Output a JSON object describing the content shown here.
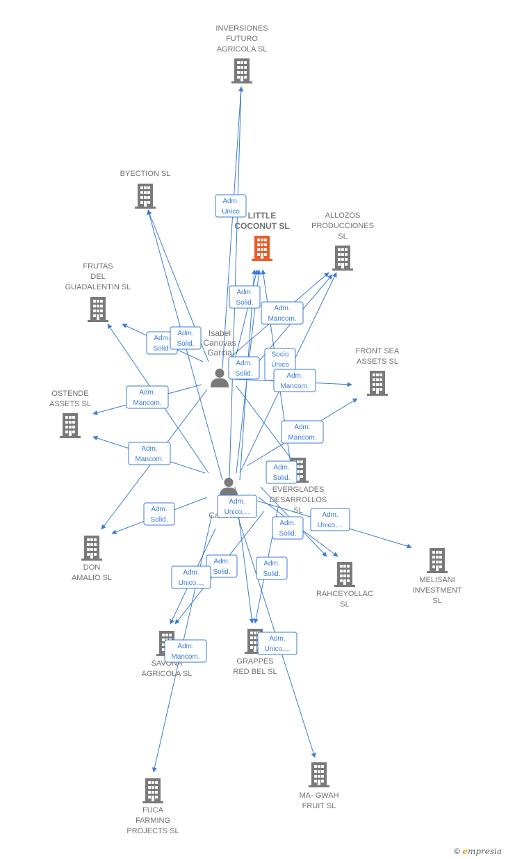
{
  "colors": {
    "edge": "#3a7bd5",
    "company": "#7a7a7a",
    "central": "#f05a28",
    "person": "#7a7a7a"
  },
  "companies": [
    {
      "id": "inversiones",
      "lines": [
        "INVERSIONES",
        "FUTURO",
        "AGRICOLA  SL"
      ]
    },
    {
      "id": "byection",
      "lines": [
        "BYECTION  SL"
      ]
    },
    {
      "id": "little",
      "lines": [
        "LITTLE",
        "COCONUT  SL"
      ],
      "central": true
    },
    {
      "id": "allozos",
      "lines": [
        "ALLOZOS",
        "PRODUCCIONES",
        "SL"
      ]
    },
    {
      "id": "frutas",
      "lines": [
        "FRUTAS",
        "DEL",
        "GUADALENTIN SL"
      ]
    },
    {
      "id": "frontsea",
      "lines": [
        "FRONT SEA",
        "ASSETS  SL"
      ]
    },
    {
      "id": "ostende",
      "lines": [
        "OSTENDE",
        "ASSETS  SL"
      ]
    },
    {
      "id": "everglades",
      "lines": [
        "EVERGLADES",
        "DESARROLLOS",
        "SL"
      ]
    },
    {
      "id": "donamalio",
      "lines": [
        "DON",
        "AMALIO SL"
      ]
    },
    {
      "id": "melisani",
      "lines": [
        "MELISANI",
        "INVESTMENT",
        "SL"
      ]
    },
    {
      "id": "rahceyollac",
      "lines": [
        "RAHCEYOLLAC",
        "SL"
      ]
    },
    {
      "id": "savona",
      "lines": [
        "SAVONA",
        "AGRICOLA  SL"
      ]
    },
    {
      "id": "grappes",
      "lines": [
        "GRAPPES",
        "RED BEL  SL"
      ]
    },
    {
      "id": "magwah",
      "lines": [
        "MA- GWAH",
        "FRUIT  SL"
      ]
    },
    {
      "id": "fuca",
      "lines": [
        "FUCA",
        "FARMING",
        "PROJECTS  SL"
      ]
    }
  ],
  "persons": [
    {
      "id": "isabel",
      "lines": [
        "Isabel",
        "Canovas",
        "Garcia"
      ]
    },
    {
      "id": "p2",
      "lines": [
        "A...",
        "Canovas..."
      ]
    }
  ],
  "edge_labels": [
    {
      "id": "l1",
      "lines": [
        "Adm.",
        "Unico"
      ]
    },
    {
      "id": "l2",
      "lines": [
        "Adm.",
        "Solid."
      ]
    },
    {
      "id": "l3",
      "lines": [
        "Adm.",
        "Mancom."
      ]
    },
    {
      "id": "l4",
      "lines": [
        "Adm.",
        "Solid."
      ]
    },
    {
      "id": "l5",
      "lines": [
        "Adm.",
        "Solid."
      ]
    },
    {
      "id": "l6",
      "lines": [
        "Socio",
        "Único",
        "M..."
      ]
    },
    {
      "id": "l7",
      "lines": [
        "Adm.",
        "Solid."
      ]
    },
    {
      "id": "l8",
      "lines": [
        "Adm.",
        "Mancom."
      ]
    },
    {
      "id": "l9",
      "lines": [
        "Adm.",
        "Mancom."
      ]
    },
    {
      "id": "l10",
      "lines": [
        "Adm.",
        "Mancom."
      ]
    },
    {
      "id": "l11",
      "lines": [
        "Adm.",
        "Mancom."
      ]
    },
    {
      "id": "l12",
      "lines": [
        "Adm.",
        "Solid."
      ]
    },
    {
      "id": "l13",
      "lines": [
        "Adm.",
        "Solid."
      ]
    },
    {
      "id": "l14",
      "lines": [
        "Adm.",
        "Unico,..."
      ]
    },
    {
      "id": "l15",
      "lines": [
        "Adm.",
        "Solid."
      ]
    },
    {
      "id": "l16",
      "lines": [
        "Adm.",
        "Unico,..."
      ]
    },
    {
      "id": "l17",
      "lines": [
        "Adm.",
        "Solid."
      ]
    },
    {
      "id": "l18",
      "lines": [
        "Adm.",
        "Unico,..."
      ]
    },
    {
      "id": "l19",
      "lines": [
        "Adm.",
        "Solid."
      ]
    },
    {
      "id": "l20",
      "lines": [
        "Adm.",
        "Mancom."
      ]
    },
    {
      "id": "l21",
      "lines": [
        "Adm.",
        "Unico,..."
      ]
    }
  ],
  "footer": {
    "copyright": "©",
    "brand_first": "e",
    "brand_rest": "mpresia"
  }
}
